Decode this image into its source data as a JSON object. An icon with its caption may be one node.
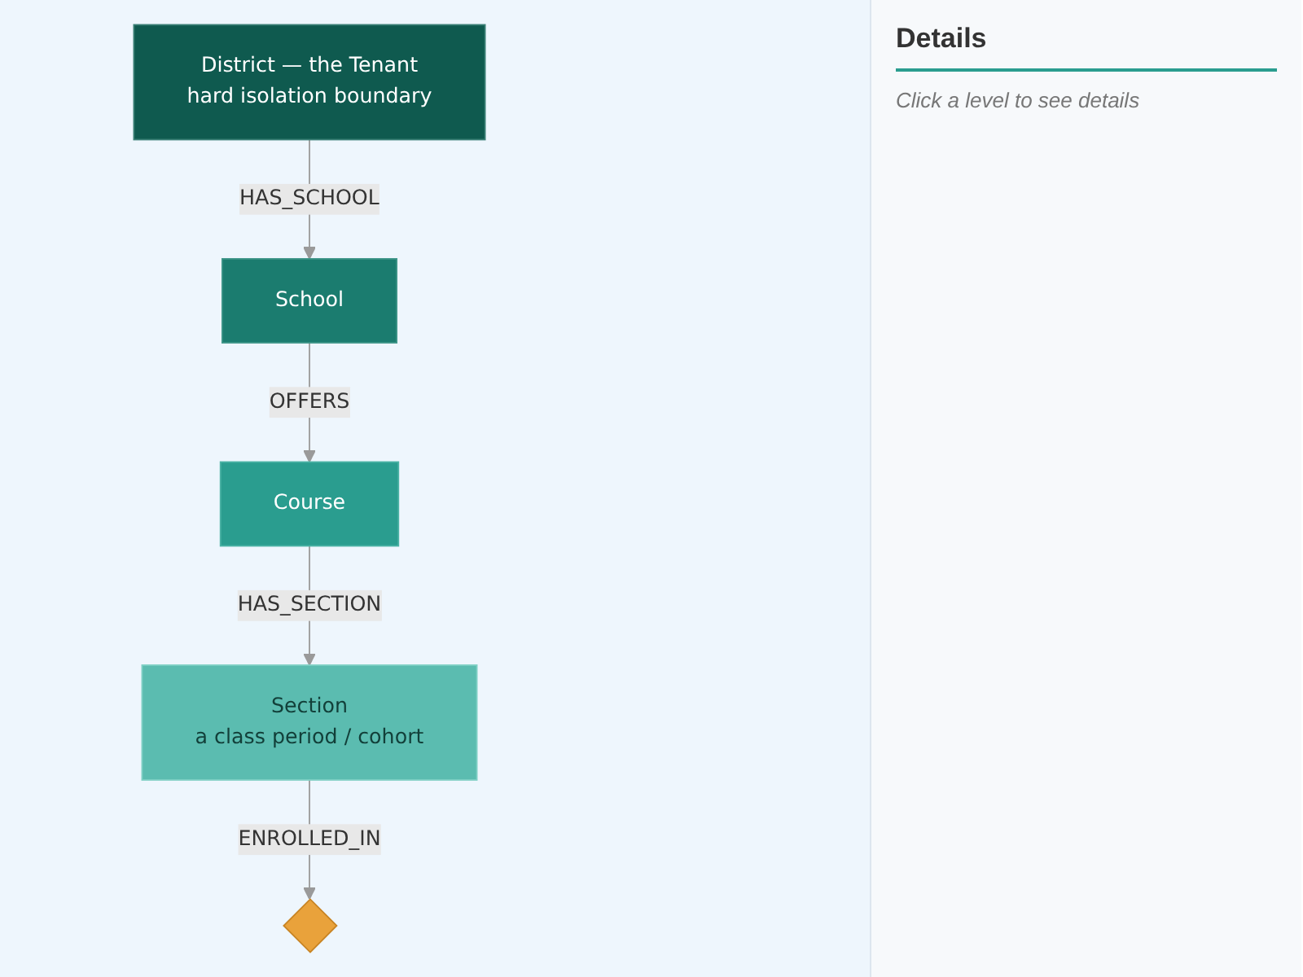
{
  "diagram": {
    "nodes": [
      {
        "text": [
          "District — the Tenant",
          "hard isolation boundary"
        ]
      },
      {
        "text": [
          "School"
        ]
      },
      {
        "text": [
          "Course"
        ]
      },
      {
        "text": [
          "Section",
          "a class period / cohort"
        ]
      },
      {
        "text": [],
        "shape": "diamond"
      }
    ],
    "edges": [
      {
        "from": 0,
        "to": 1,
        "arrow": "to",
        "label": "HAS_SCHOOL"
      },
      {
        "from": 1,
        "to": 2,
        "arrow": "to",
        "label": "OFFERS"
      },
      {
        "from": 2,
        "to": 3,
        "arrow": "to",
        "label": "HAS_SECTION"
      },
      {
        "from": 3,
        "to": 4,
        "arrow": "to",
        "label": "ENROLLED_IN"
      }
    ],
    "labels": [
      "Details",
      "Click a level to see details"
    ]
  }
}
